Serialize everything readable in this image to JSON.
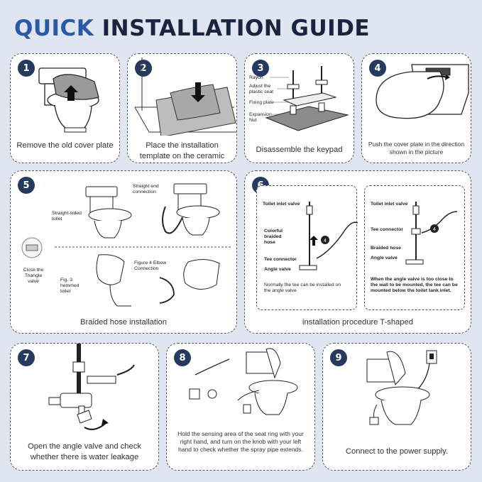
{
  "title": {
    "accent": "QUICK",
    "main": "INSTALLATION GUIDE"
  },
  "steps": [
    {
      "number": "1",
      "caption": "Remove the old cover plate"
    },
    {
      "number": "2",
      "caption": "Place the installation template on the ceramic"
    },
    {
      "number": "3",
      "caption": "Disassemble the keypad",
      "labels": {
        "rayon": "Rayon",
        "adjust": "Adjust the plastic seat",
        "fixing": "Fixing plate",
        "expansion": "Expansion Nut"
      }
    },
    {
      "number": "4",
      "caption": "Push the cover plate in the direction shown in the picture"
    },
    {
      "number": "5",
      "caption": "Braided hose installation",
      "labels": {
        "straight_end": "Straight end connection",
        "straight_sided": "Straight-sided toilet",
        "close_valve": "Close the Triangle valve",
        "fig3": "Fig. 3 hemmed toilet",
        "fig4": "Figure 4 Elbow Connection"
      }
    },
    {
      "number": "6",
      "caption": "installation procedure T-shaped",
      "left": {
        "inlet": "Toilet inlet valve",
        "hose": "Colorful braided hose",
        "tee": "Tee connector",
        "angle": "Angle valve",
        "note": "Normally the tee can be installed on the angle valve",
        "callout": "4"
      },
      "right": {
        "inlet": "Toilet inlet valve",
        "tee": "Tee connector",
        "hose": "Braided hose",
        "angle": "Angle valve",
        "note": "When the angle valve is too close to the wall to be mounted, the tee can be mounted below the toilet tank inlet.",
        "callout": "4"
      }
    },
    {
      "number": "7",
      "caption": "Open the angle valve and check whether there is water leakage"
    },
    {
      "number": "8",
      "caption": "Hold the sensing area of the seat ring with your right hand, and turn on the knob with your left hand to check whether the spray pipe extends."
    },
    {
      "number": "9",
      "caption": "Connect to the power supply."
    }
  ]
}
